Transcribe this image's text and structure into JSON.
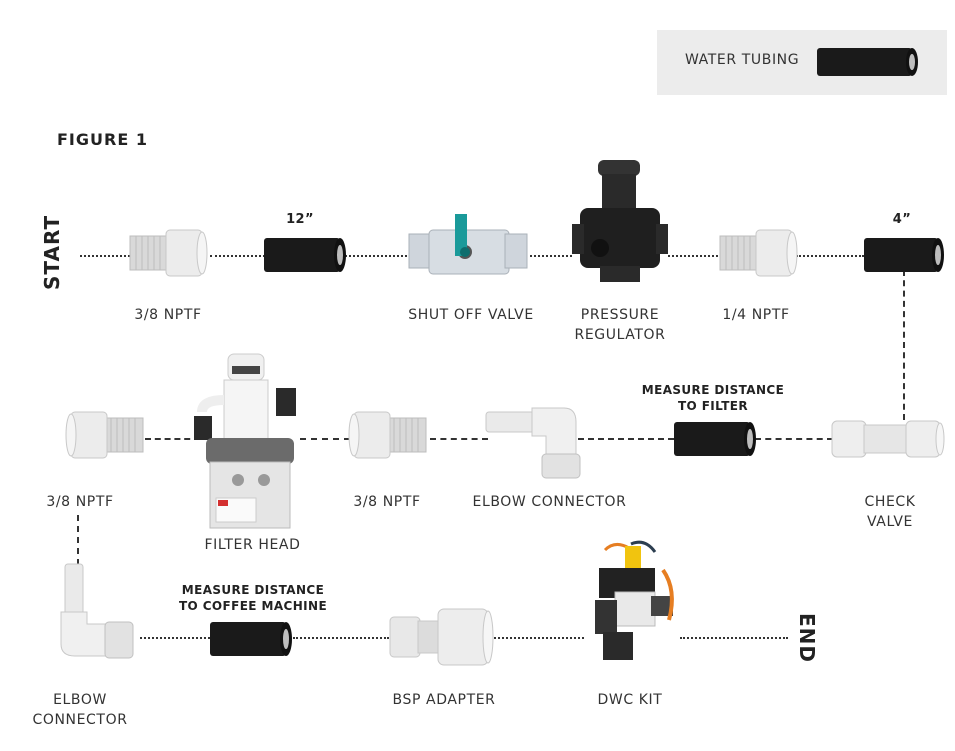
{
  "legend": {
    "label": "WATER TUBING"
  },
  "figure_title": "FIGURE 1",
  "start_label": "START",
  "end_label": "END",
  "row1": {
    "fitting1": "3/8 NPTF",
    "tube1_length": "12”",
    "shutoff": "SHUT OFF VALVE",
    "regulator": "PRESSURE\nREGULATOR",
    "fitting2": "1/4 NPTF",
    "tube2_length": "4”"
  },
  "row2": {
    "fitting1": "3/8 NPTF",
    "filter_head": "FILTER HEAD",
    "fitting2": "3/8 NPTF",
    "elbow": "ELBOW CONNECTOR",
    "measure": "MEASURE DISTANCE\nTO FILTER",
    "check_valve": "CHECK\nVALVE"
  },
  "row3": {
    "elbow": "ELBOW\nCONNECTOR",
    "measure": "MEASURE DISTANCE\nTO COFFEE MACHINE",
    "bsp": "BSP ADAPTER",
    "dwc": "DWC KIT"
  },
  "colors": {
    "tubing": "#1a1a1a",
    "legend_bg": "#ececec",
    "valve_handle": "#1a9a9a",
    "filter_logo": "#d32f2f"
  }
}
